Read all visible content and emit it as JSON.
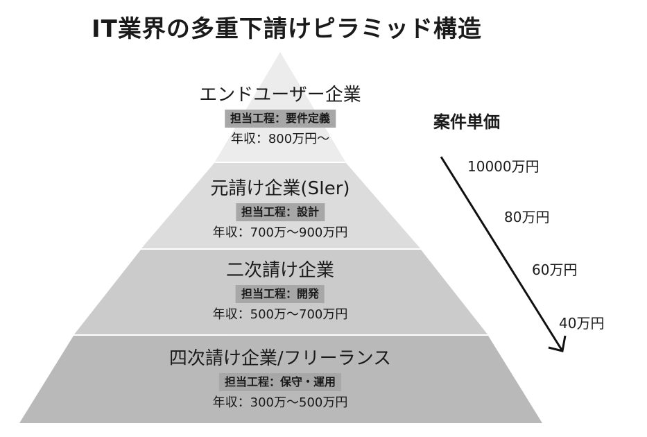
{
  "title": "IT業界の多重下請けピラミッド構造",
  "colors": {
    "tier1": "#ececec",
    "tier2": "#dcdcdc",
    "tier3": "#cbcbcb",
    "tier4": "#b9b9b9",
    "role_badge": "#a7a7a7"
  },
  "tiers": [
    {
      "name": "エンドユーザー企業",
      "role": "担当工程：要件定義",
      "income": "年収：800万円～"
    },
    {
      "name": "元請け企業(SIer)",
      "role": "担当工程：設計",
      "income": "年収：700万～900万円"
    },
    {
      "name": "二次請け企業",
      "role": "担当工程：開発",
      "income": "年収：500万～700万円"
    },
    {
      "name": "四次請け企業/フリーランス",
      "role": "担当工程：保守・運用",
      "income": "年収：300万～500万円"
    }
  ],
  "price": {
    "heading": "案件単価",
    "levels": [
      "10000万円",
      "80万円",
      "60万円",
      "40万円"
    ],
    "arrow_icon": "down-right-arrow-icon"
  }
}
